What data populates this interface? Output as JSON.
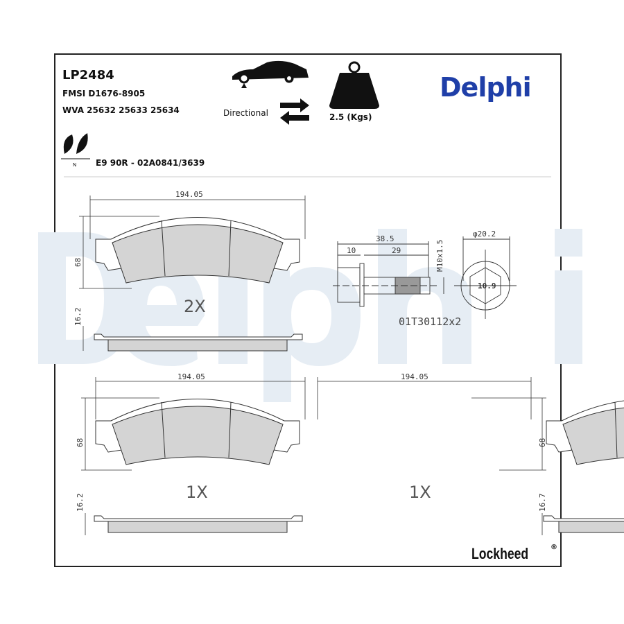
{
  "header": {
    "part_number": "LP2484",
    "fmsi": "FMSI D1676-8905",
    "wva": "WVA 25632 25633 25634",
    "approval": "E9 90R - 02A0841/3639",
    "directional_label": "Directional",
    "weight": "2.5 (Kgs)",
    "brand": "Delphi",
    "eco_mark": "N"
  },
  "watermark": "Delphi",
  "drawing": {
    "width_dim": "194.05",
    "height_dim": "68",
    "thickness_dim_left": "16.2",
    "thickness_dim_right": "16.7",
    "qty_top": "2X",
    "qty_bottom_left": "1X",
    "qty_bottom_right": "1X"
  },
  "bolt": {
    "length": "38.5",
    "head": "10",
    "shank": "29",
    "thread": "M10x1.5",
    "diameter": "φ20.2",
    "grade": "10.9",
    "part": "01T30112x2"
  },
  "footer": {
    "brand": "Lockheed",
    "reg": "®"
  },
  "colors": {
    "brand_blue": "#1f3fa8",
    "watermark": "#e4ebf2",
    "friction": "#d4d4d4"
  }
}
